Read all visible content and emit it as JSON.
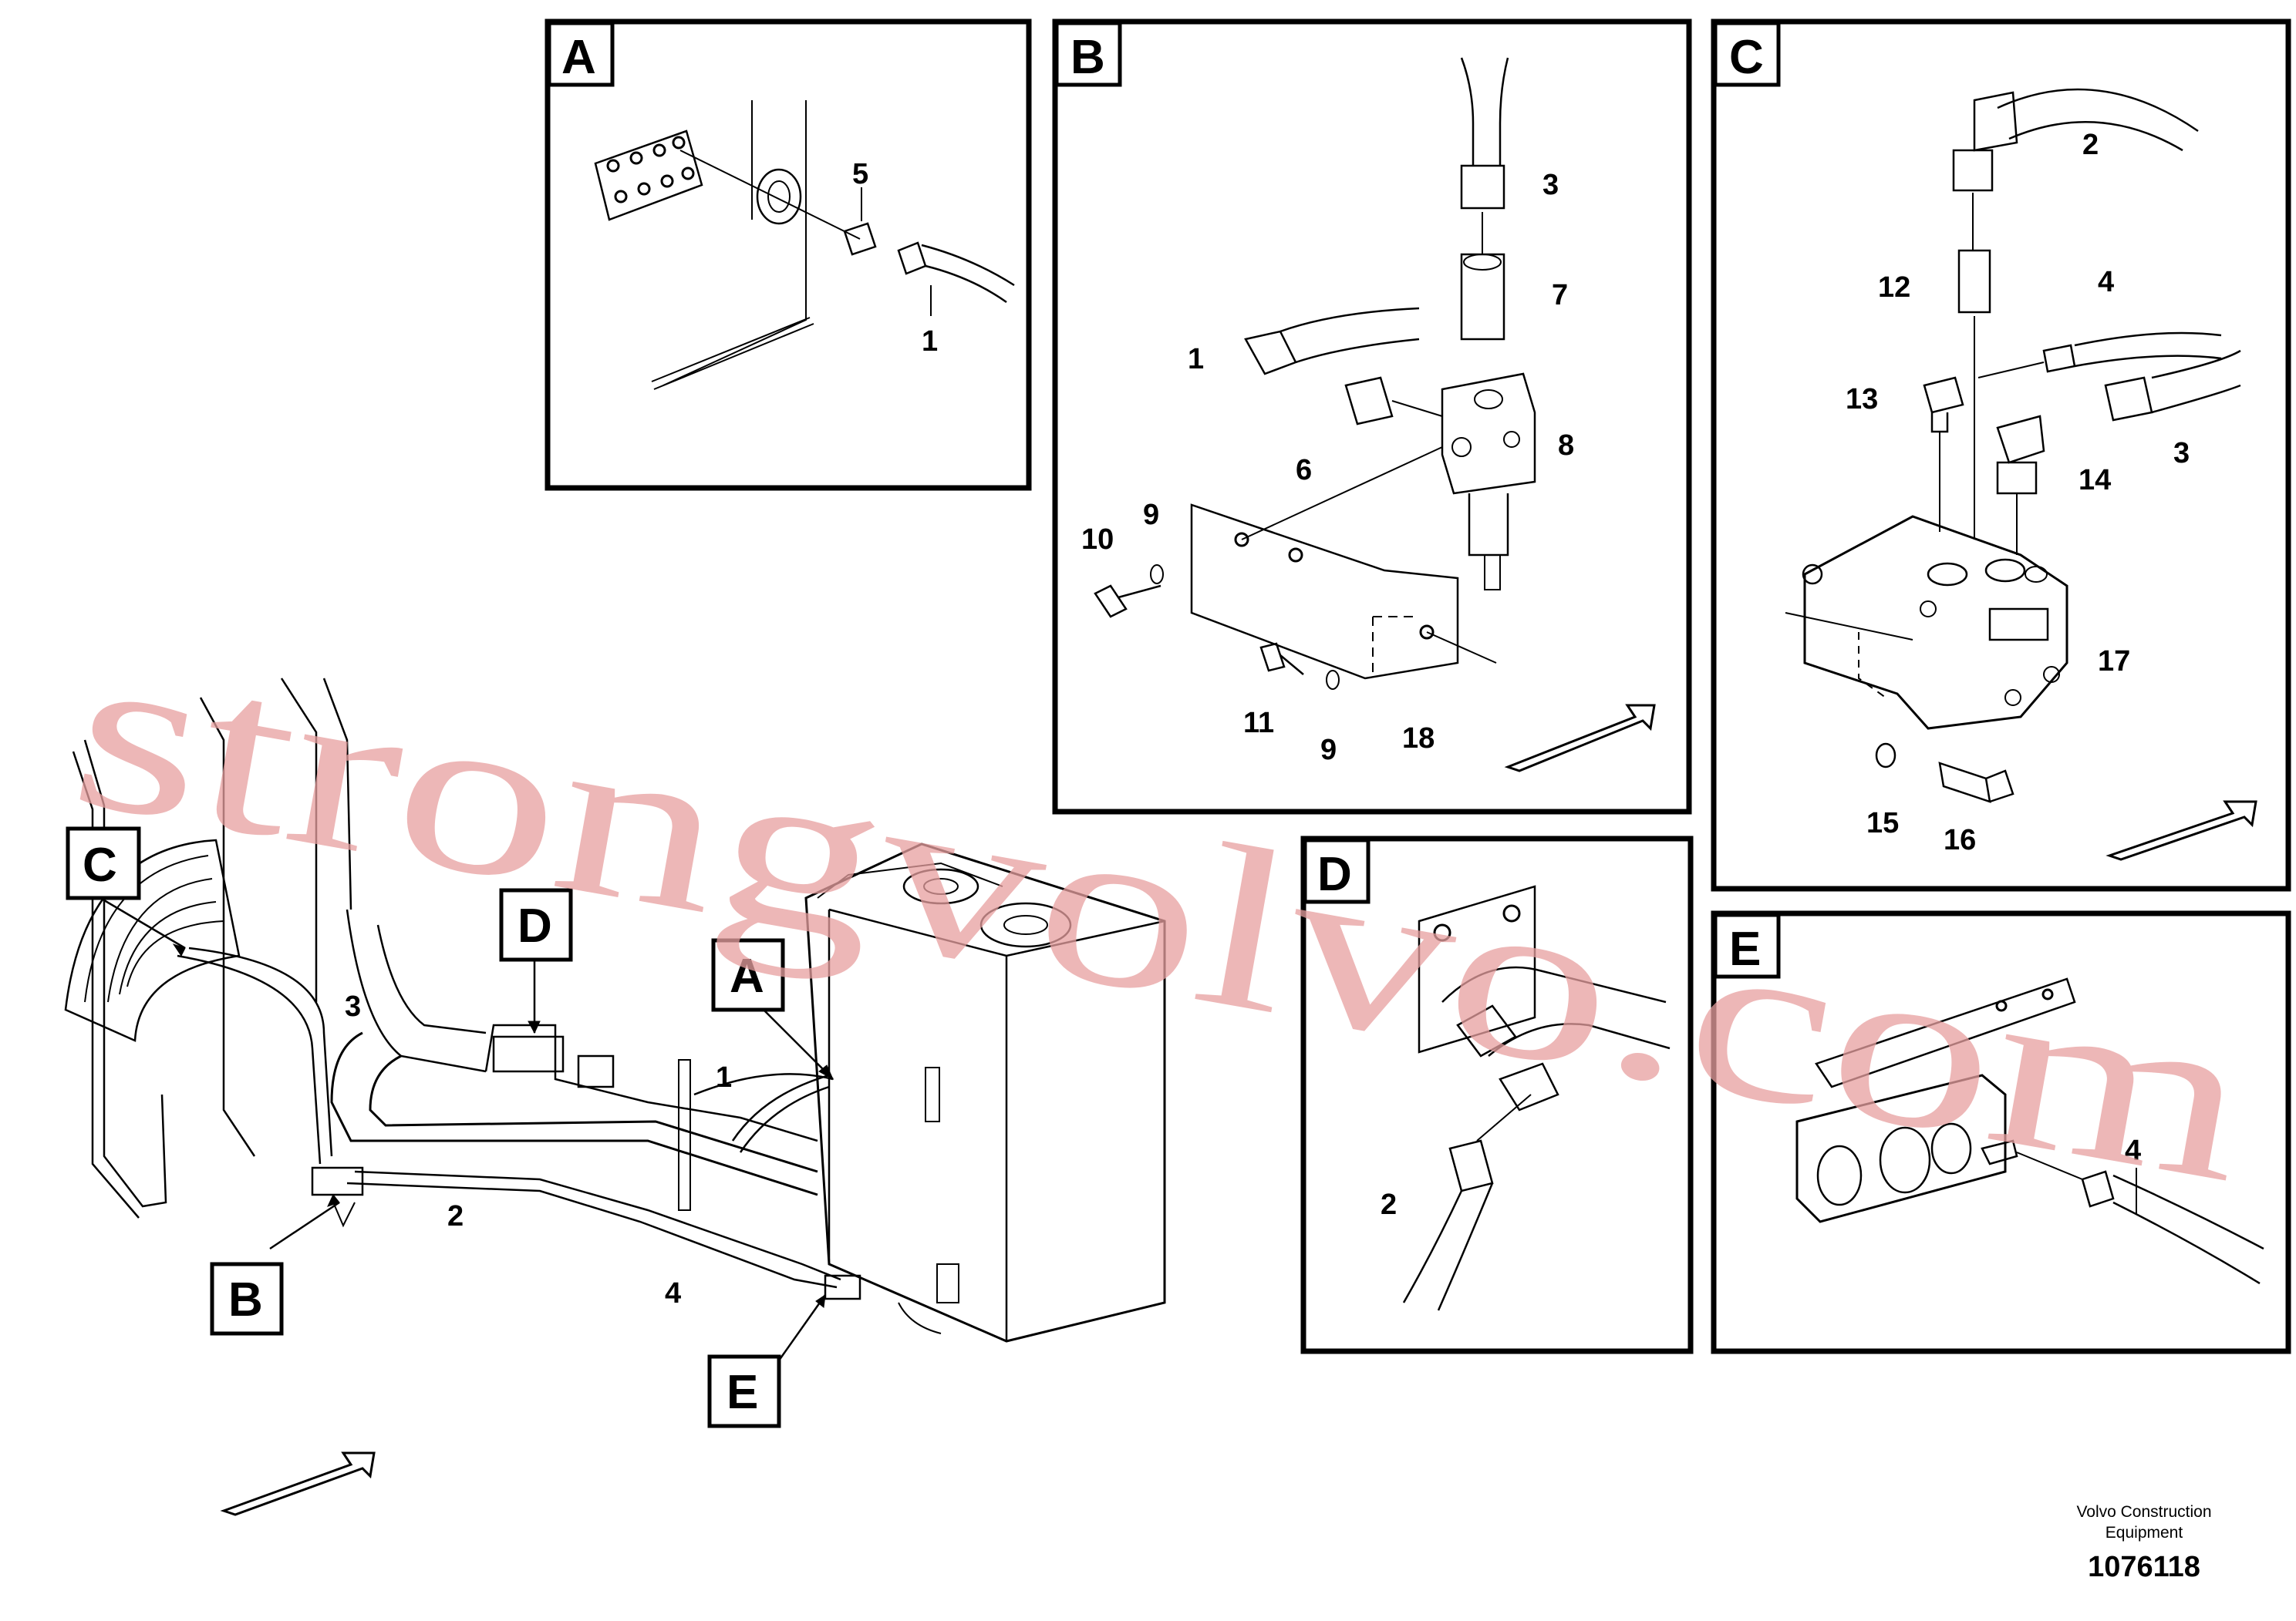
{
  "panels": {
    "A": {
      "letter": "A",
      "callouts": [
        "5",
        "1"
      ]
    },
    "B": {
      "letter": "B",
      "callouts": [
        "3",
        "7",
        "1",
        "6",
        "8",
        "10",
        "9",
        "11",
        "9",
        "18"
      ]
    },
    "C": {
      "letter": "C",
      "callouts": [
        "2",
        "12",
        "4",
        "13",
        "3",
        "14",
        "17",
        "15",
        "16"
      ]
    },
    "D": {
      "letter": "D",
      "callouts": [
        "2"
      ]
    },
    "E": {
      "letter": "E",
      "callouts": [
        "4"
      ]
    }
  },
  "overview": {
    "view_tags": [
      "C",
      "D",
      "A",
      "B",
      "E"
    ],
    "callouts": [
      "3",
      "1",
      "2",
      "4"
    ]
  },
  "watermark": "strongvolvo.com",
  "footer": {
    "company_line1": "Volvo Construction",
    "company_line2": "Equipment",
    "drawing_number": "1076118"
  }
}
